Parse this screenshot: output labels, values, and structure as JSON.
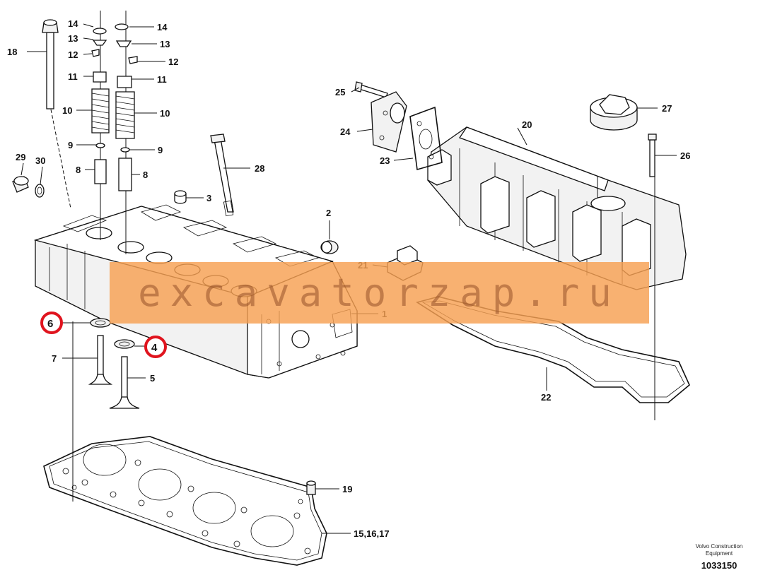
{
  "watermark": "excavatorzap.ru",
  "brand": {
    "line1": "Volvo Construction",
    "line2": "Equipment"
  },
  "doc_number": "1033150",
  "labels": {
    "l1": "1",
    "l2": "2",
    "l3": "3",
    "l4": "4",
    "l5": "5",
    "l6": "6",
    "l7": "7",
    "l8a": "8",
    "l8b": "8",
    "l9a": "9",
    "l9b": "9",
    "l10a": "10",
    "l10b": "10",
    "l11a": "11",
    "l11b": "11",
    "l12a": "12",
    "l12b": "12",
    "l13a": "13",
    "l13b": "13",
    "l14a": "14",
    "l14b": "14",
    "l15": "15,16,17",
    "l18": "18",
    "l19": "19",
    "l20": "20",
    "l21": "21",
    "l22": "22",
    "l23": "23",
    "l24": "24",
    "l25": "25",
    "l26": "26",
    "l27": "27",
    "l28": "28",
    "l29": "29",
    "l30": "30"
  },
  "highlight_color": "#e0141e",
  "watermark_color": "#f7a052"
}
